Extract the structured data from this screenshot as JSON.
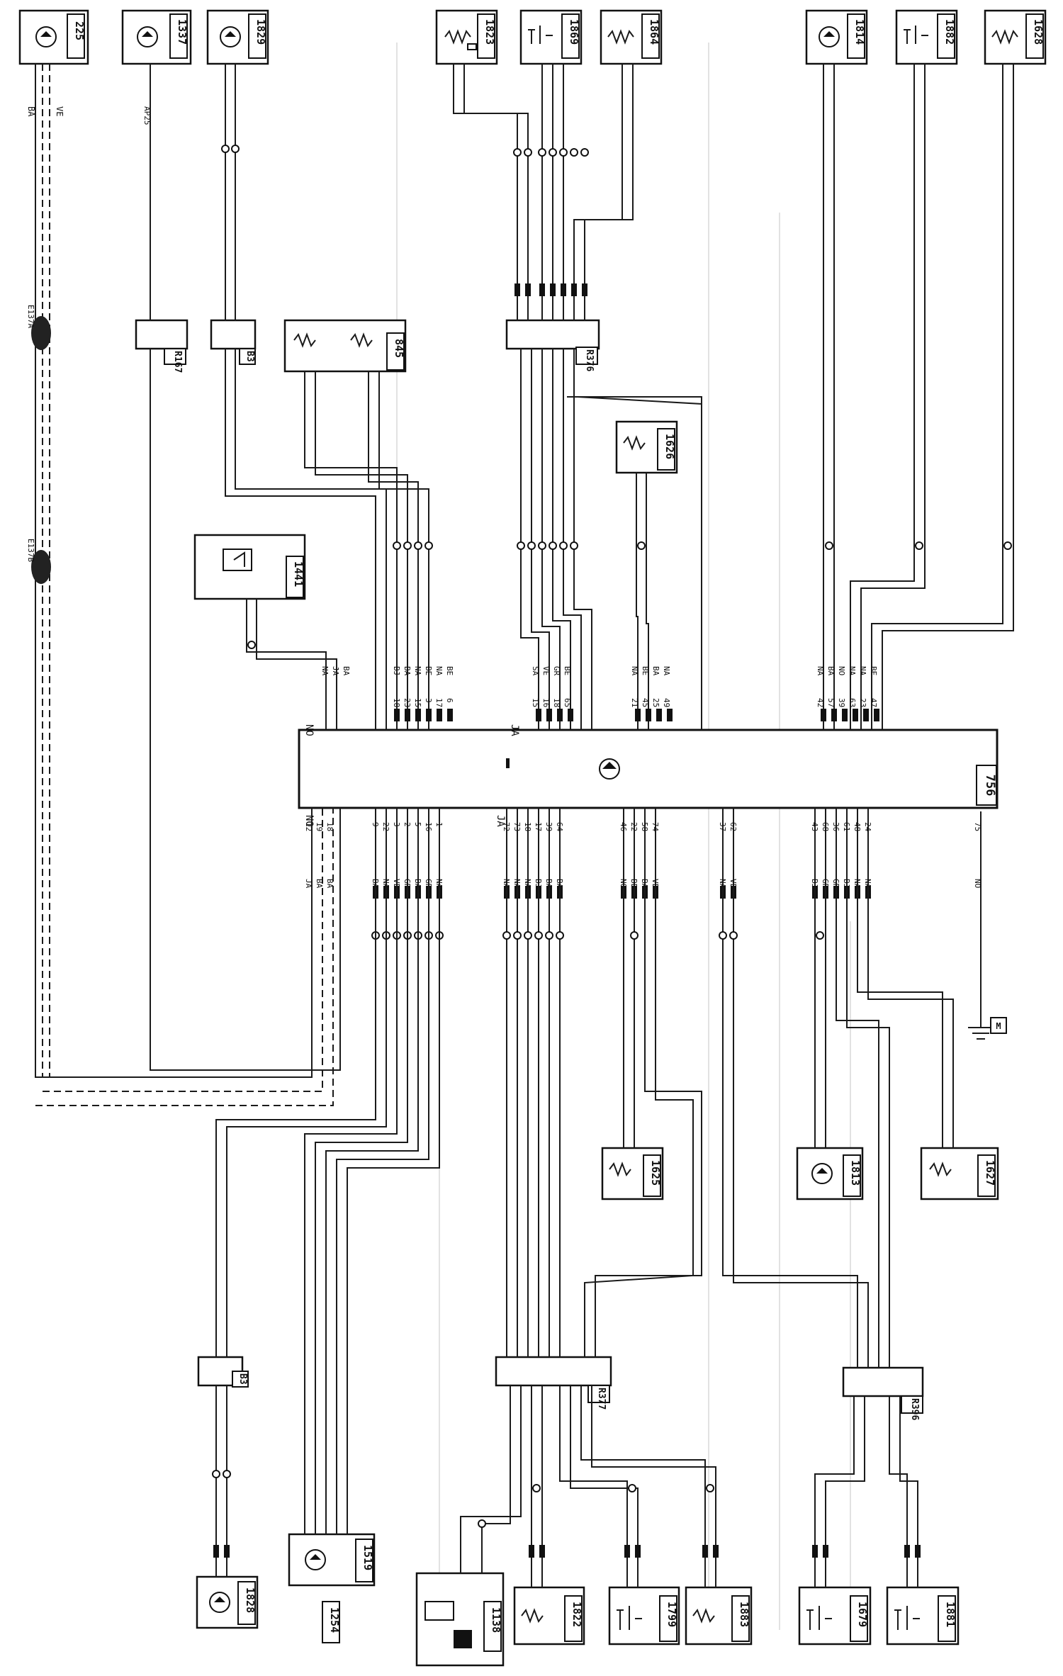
{
  "diagram": {
    "central_unit": {
      "id": "756",
      "connector_top": "NO",
      "connector_top2": "JA",
      "connector_bottom": "NO",
      "connector_bottom2": "JA"
    },
    "components": [
      {
        "id": "225",
        "type": "sensor"
      },
      {
        "id": "1337",
        "type": "sensor"
      },
      {
        "id": "1829",
        "type": "sensor"
      },
      {
        "id": "1823",
        "type": "resistor"
      },
      {
        "id": "1869",
        "type": "actuator"
      },
      {
        "id": "1864",
        "type": "resistor"
      },
      {
        "id": "1814",
        "type": "sensor"
      },
      {
        "id": "1882",
        "type": "actuator"
      },
      {
        "id": "1628",
        "type": "resistor"
      },
      {
        "id": "845",
        "type": "dual-resistor"
      },
      {
        "id": "1441",
        "type": "relay"
      },
      {
        "id": "1626",
        "type": "resistor"
      },
      {
        "id": "1625",
        "type": "resistor"
      },
      {
        "id": "1813",
        "type": "sensor"
      },
      {
        "id": "1627",
        "type": "resistor"
      },
      {
        "id": "1828",
        "type": "sensor"
      },
      {
        "id": "1519",
        "type": "sensor"
      },
      {
        "id": "1138",
        "type": "module"
      },
      {
        "id": "1822",
        "type": "resistor"
      },
      {
        "id": "1799",
        "type": "actuator"
      },
      {
        "id": "1883",
        "type": "resistor"
      },
      {
        "id": "1679",
        "type": "actuator"
      },
      {
        "id": "1881",
        "type": "actuator"
      }
    ],
    "connectors": [
      {
        "id": "R167"
      },
      {
        "id": "B3"
      },
      {
        "id": "R376"
      },
      {
        "id": "R377"
      },
      {
        "id": "R396"
      },
      {
        "id": "B3b",
        "label": "B3"
      }
    ],
    "ground": {
      "id": "M"
    },
    "misc_label": "1254",
    "wire_labels": {
      "top_left": [
        "BA",
        "VE"
      ],
      "ja_wire": "AP25",
      "left_coil_a": "E137A",
      "left_coil_b": "E137B",
      "colors_left_top": [
        "NA",
        "JA",
        "BA"
      ],
      "upper_pins": [
        "18",
        "23",
        "15",
        "3",
        "17",
        "6"
      ],
      "upper_colors": [
        "BJ",
        "BA",
        "NA",
        "BE",
        "NA",
        "BE"
      ],
      "upper_mid_pins": [
        "15",
        "16",
        "18",
        "65"
      ],
      "upper_mid_colors": [
        "SA",
        "VE",
        "GR",
        "BE"
      ],
      "upper_r_pins": [
        "21",
        "45",
        "25",
        "49"
      ],
      "upper_r_colors": [
        "NA",
        "BE",
        "BA",
        "NA"
      ],
      "upper_far_pins": [
        "42",
        "57",
        "39",
        "63",
        "23",
        "47"
      ],
      "upper_far_colors": [
        "NA",
        "BA",
        "NO",
        "NA",
        "NA",
        "BE"
      ],
      "lower_left_pins": [
        "12",
        "19",
        "18"
      ],
      "lower_left_colors": [
        "JA",
        "BA",
        "BA"
      ],
      "lower_pins": [
        "9",
        "22",
        "3",
        "2",
        "5",
        "16",
        "1"
      ],
      "lower_colors": [
        "BA",
        "NA",
        "VE",
        "GR",
        "BA",
        "GR",
        "NA"
      ],
      "lower_mid_pins": [
        "72",
        "73",
        "18",
        "17",
        "39",
        "64"
      ],
      "lower_mid_colors": [
        "NA",
        "NA",
        "NA",
        "BJ",
        "BA",
        "BA"
      ],
      "lower_r_pins": [
        "46",
        "22",
        "58",
        "74"
      ],
      "lower_r_colors": [
        "NO",
        "BE",
        "BA",
        "VE"
      ],
      "lower_rr_pins": [
        "37",
        "62"
      ],
      "lower_rr_colors": [
        "NA",
        "VE"
      ],
      "lower_far_pins": [
        "43",
        "68",
        "36",
        "61",
        "48",
        "24"
      ],
      "lower_far_colors": [
        "BJ",
        "GR",
        "GR",
        "BJ",
        "NA",
        "NA"
      ],
      "ground_pin": "75",
      "ground_color": "NO"
    }
  }
}
